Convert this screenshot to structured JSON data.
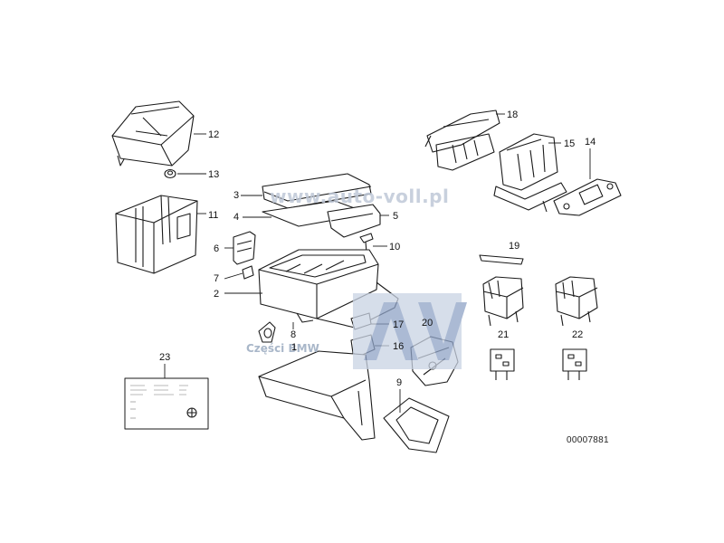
{
  "diagram": {
    "labels": [
      {
        "id": "1",
        "text": "1"
      },
      {
        "id": "2",
        "text": "2"
      },
      {
        "id": "3",
        "text": "3"
      },
      {
        "id": "4",
        "text": "4"
      },
      {
        "id": "5",
        "text": "5"
      },
      {
        "id": "6",
        "text": "6"
      },
      {
        "id": "7",
        "text": "7"
      },
      {
        "id": "8",
        "text": "8"
      },
      {
        "id": "9",
        "text": "9"
      },
      {
        "id": "10",
        "text": "10"
      },
      {
        "id": "11",
        "text": "11"
      },
      {
        "id": "12",
        "text": "12"
      },
      {
        "id": "13",
        "text": "13"
      },
      {
        "id": "14",
        "text": "14"
      },
      {
        "id": "15",
        "text": "15"
      },
      {
        "id": "16",
        "text": "16"
      },
      {
        "id": "17",
        "text": "17"
      },
      {
        "id": "18",
        "text": "18"
      },
      {
        "id": "19",
        "text": "19"
      },
      {
        "id": "20",
        "text": "20"
      },
      {
        "id": "21",
        "text": "21"
      },
      {
        "id": "22",
        "text": "22"
      },
      {
        "id": "23",
        "text": "23"
      }
    ],
    "drawing_number": "00007881"
  },
  "watermark": {
    "url": "www.auto-voll.pl",
    "subtitle": "Części BMW",
    "logo_letters": "AV",
    "colors": {
      "logo_blue": "#8fa3c6",
      "logo_light": "#c9d3e3"
    }
  },
  "colors": {
    "line": "#1a1a1a",
    "paper": "#ffffff"
  }
}
